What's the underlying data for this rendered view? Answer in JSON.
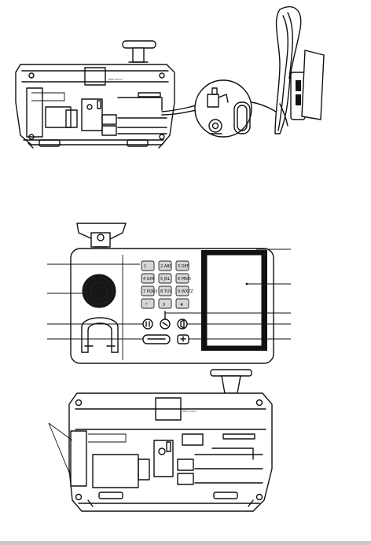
{
  "keypad": {
    "keys": [
      "1",
      "2 ABC",
      "3 DEF",
      "4 GHI",
      "5 JKL",
      "6 MNO",
      "7 PQRS",
      "8 TUV",
      "9 WXYZ",
      "*",
      "0",
      "#"
    ]
  },
  "colors": {
    "line": "#111111",
    "key_fill": "#d6d6d6",
    "speaker_fill": "#161616",
    "footer_bar": "#c9c9c9"
  },
  "icons": [
    "connector-plug-icon",
    "headset-icon",
    "speaker-grille-icon",
    "mute-icon",
    "hold-icon",
    "speakerphone-icon",
    "volume-icon",
    "headset-key-icon"
  ]
}
